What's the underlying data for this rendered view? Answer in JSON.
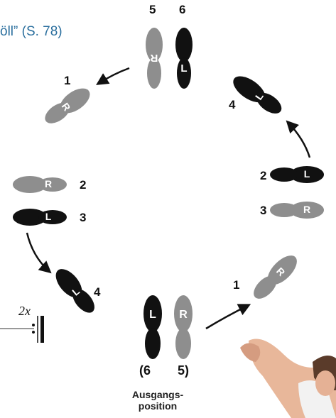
{
  "heading": "öll” (S. 78)",
  "repeat_label": "2x",
  "start_position": {
    "label": "Ausgangs-\nposition",
    "line1": "Ausgangs-",
    "line2": "position",
    "nums_left": "(6",
    "nums_right": "5)"
  },
  "feet": [
    {
      "id": "start-left",
      "letter": "L",
      "color": "#111111"
    },
    {
      "id": "start-right",
      "letter": "R",
      "color": "#8e8e8e"
    },
    {
      "id": "step1-right",
      "letter": "R",
      "color": "#8e8e8e"
    },
    {
      "id": "step2-left",
      "letter": "L",
      "color": "#111111"
    },
    {
      "id": "step3-right",
      "letter": "R",
      "color": "#8e8e8e"
    },
    {
      "id": "step4-left",
      "letter": "L",
      "color": "#111111"
    },
    {
      "id": "step5-right",
      "letter": "R",
      "color": "#8e8e8e"
    },
    {
      "id": "step6-left",
      "letter": "L",
      "color": "#111111"
    },
    {
      "id": "back1-right",
      "letter": "R",
      "color": "#8e8e8e"
    },
    {
      "id": "back2-right",
      "letter": "R",
      "color": "#8e8e8e"
    },
    {
      "id": "back3-left",
      "letter": "L",
      "color": "#111111"
    },
    {
      "id": "back4-left",
      "letter": "L",
      "color": "#111111"
    }
  ],
  "step_numbers": {
    "top5": "5",
    "top6": "6",
    "upper_left_1": "1",
    "right_4": "4",
    "right_2": "2",
    "right_3": "3",
    "left_2": "2",
    "left_3": "3",
    "left_4": "4",
    "lower_right_1": "1"
  }
}
